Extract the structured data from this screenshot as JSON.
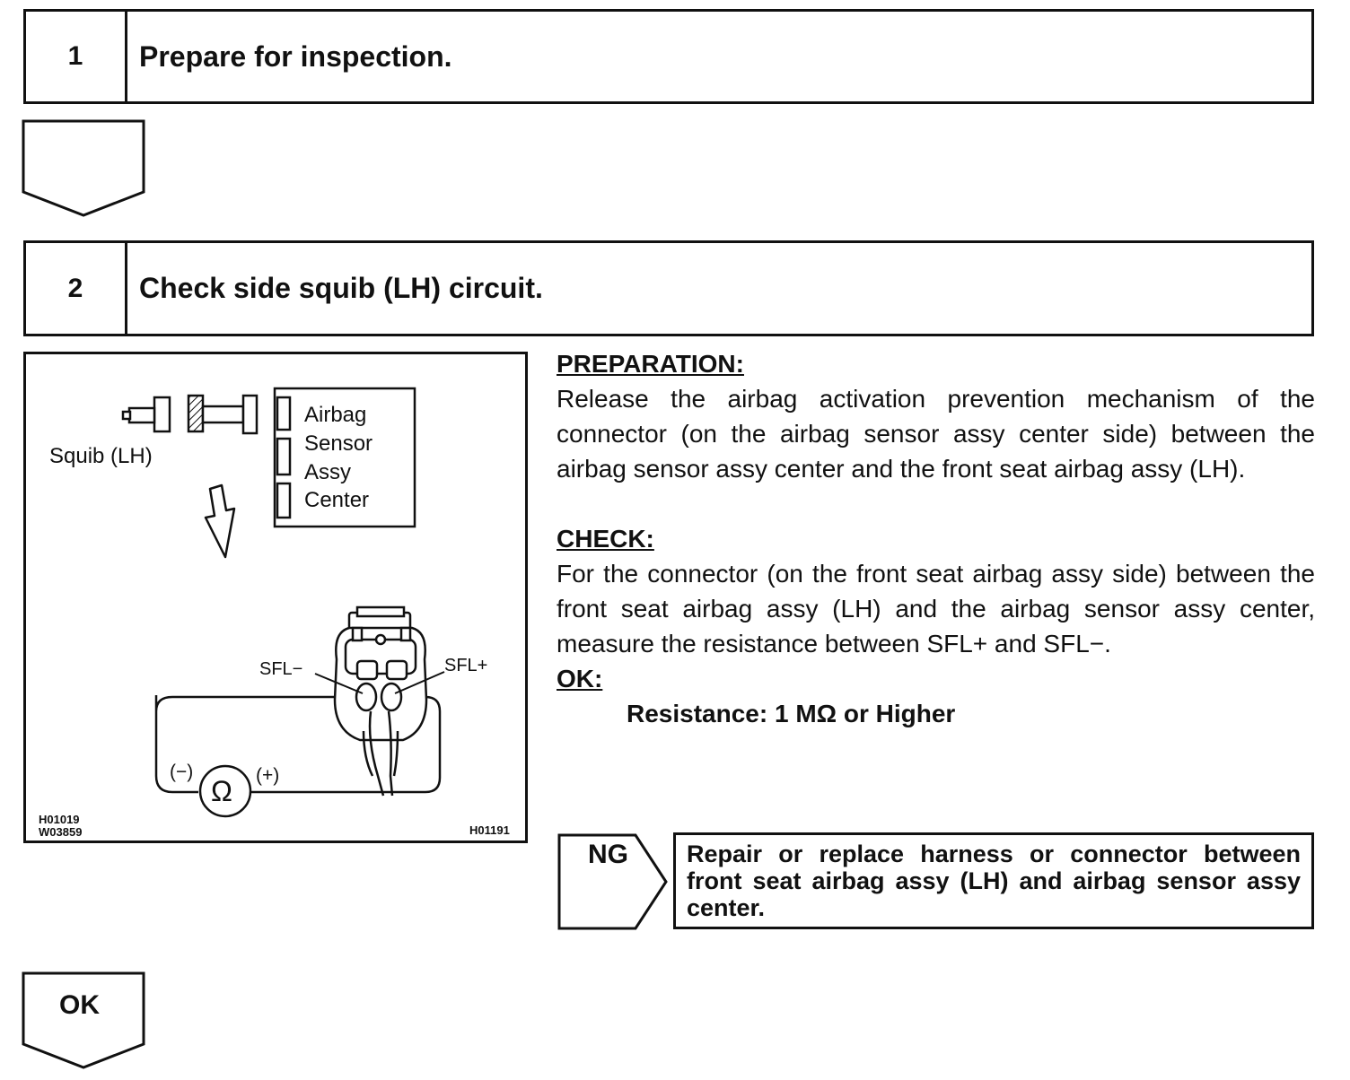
{
  "steps": [
    {
      "number": "1",
      "title": "Prepare for inspection."
    },
    {
      "number": "2",
      "title": "Check side squib (LH) circuit."
    }
  ],
  "figure": {
    "squib_label": "Squib (LH)",
    "sensor_label_lines": [
      "Airbag",
      "Sensor",
      "Assy",
      "Center"
    ],
    "pin_minus": "SFL−",
    "pin_plus": "SFL+",
    "meter_minus": "(−)",
    "meter_plus": "(+)",
    "ohm_symbol": "Ω",
    "code_left_1": "H01019",
    "code_left_2": "W03859",
    "code_right": "H01191"
  },
  "preparation": {
    "heading": "PREPARATION:",
    "text": "Release the airbag activation prevention mechanism of the connector (on the airbag sensor assy center side) between the airbag sensor assy center and the front seat airbag assy (LH)."
  },
  "check": {
    "heading": "CHECK:",
    "text": "For the connector (on the front seat airbag assy side) between the front seat airbag assy (LH) and the airbag sensor assy center, measure the resistance between SFL+ and SFL−.",
    "ok_heading": "OK:",
    "spec": "Resistance: 1 MΩ or Higher"
  },
  "ng": {
    "label": "NG",
    "action": "Repair or replace harness or connector between front seat airbag assy (LH) and airbag sensor assy center."
  },
  "ok_flow": {
    "label": "OK"
  }
}
